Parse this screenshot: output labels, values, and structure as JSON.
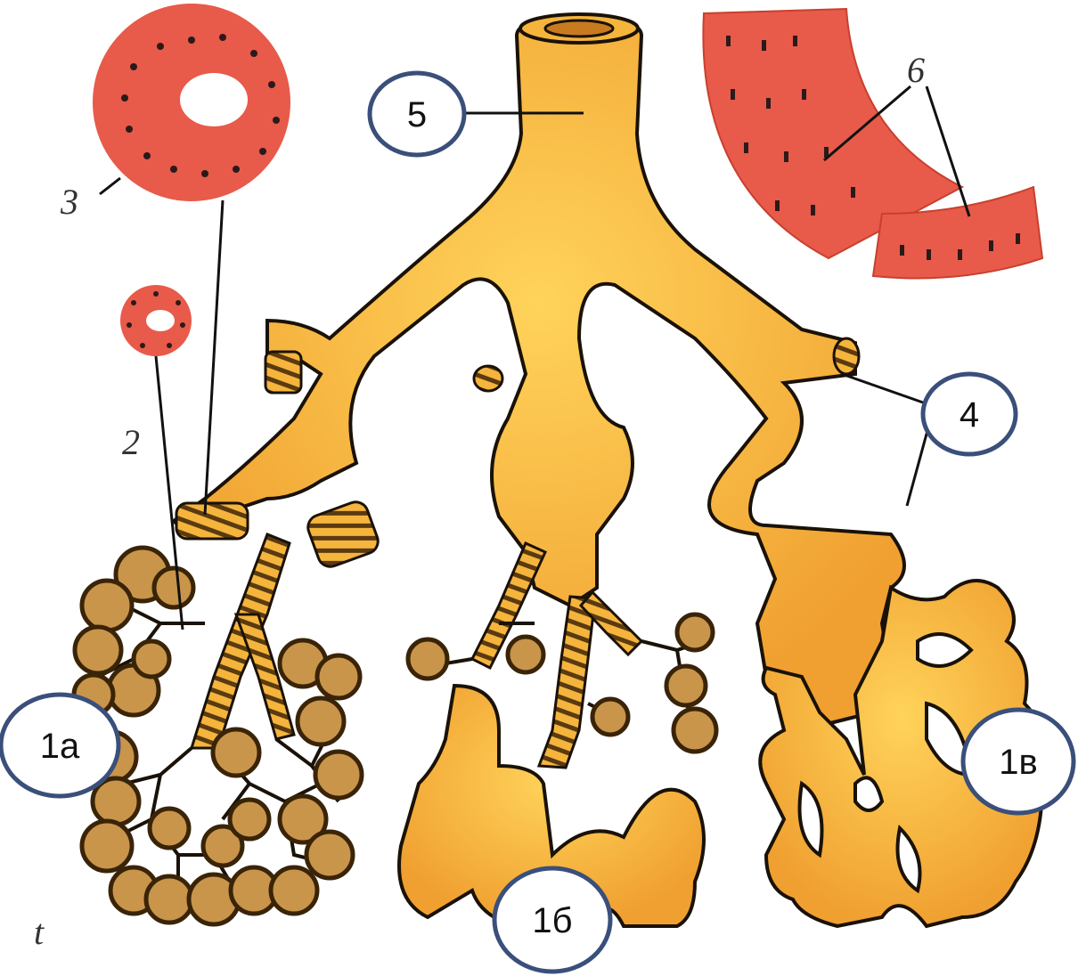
{
  "figure": {
    "colors": {
      "duct_fill": "#f5b43c",
      "duct_edge": "#1a1208",
      "duct_highlight": "#ffd35a",
      "epithelium": "#e85a4a",
      "epithelium_light": "#f07a66",
      "nucleus": "#2a1a1a",
      "lumen": "#ffffff",
      "ring_stripe": "#5a3a10",
      "alveoli": "#c9954a",
      "alveoli_dark": "#3a2408",
      "callout_border": "#3a4f7a",
      "callout_fill": "#ffffff"
    },
    "callouts": {
      "c5": "5",
      "c4": "4",
      "c1a": "1а",
      "c1b": "1б",
      "c1v": "1в"
    },
    "italic_labels": {
      "l3": "3",
      "l2": "2",
      "l6": "6"
    },
    "corner_mark": "t"
  }
}
